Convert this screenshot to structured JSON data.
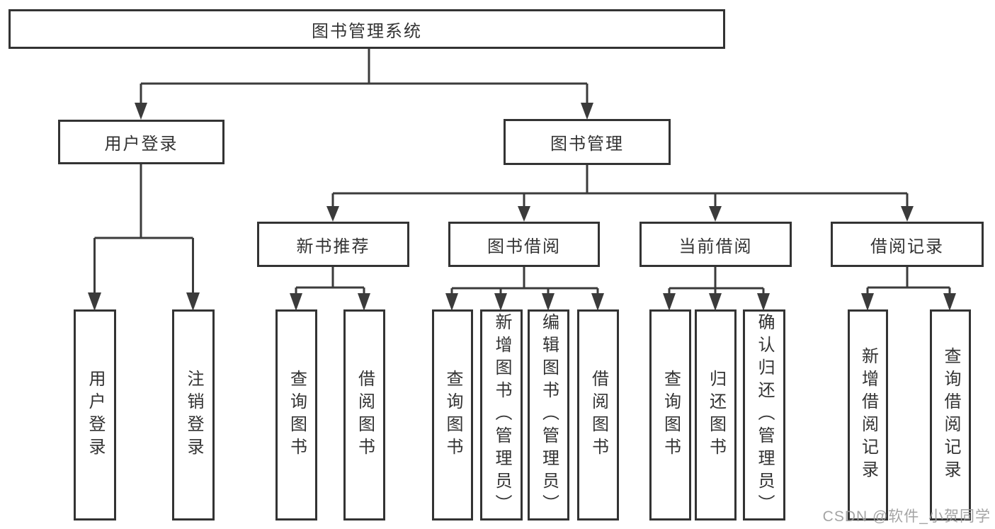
{
  "page": {
    "background": "#ffffff"
  },
  "colors": {
    "line": "#3b3b3b",
    "box_border": "#333333",
    "text": "#333333",
    "watermark": "#9d9d9d"
  },
  "watermark": {
    "text": "CSDN @软件_小贺同学"
  },
  "nodes": {
    "root": {
      "label": "图书管理系统"
    },
    "user_login": {
      "label": "用户登录"
    },
    "book_management": {
      "label": "图书管理"
    },
    "new_book_recommend": {
      "label": "新书推荐"
    },
    "book_borrow": {
      "label": "图书借阅"
    },
    "current_borrow": {
      "label": "当前借阅"
    },
    "borrow_records": {
      "label": "借阅记录"
    },
    "leaves": [
      {
        "label": "用户登录"
      },
      {
        "label": "注销登录"
      },
      {
        "label": "查询图书"
      },
      {
        "label": "借阅图书"
      },
      {
        "label": "查询图书"
      },
      {
        "label": "新增图书（管理员）"
      },
      {
        "label": "编辑图书（管理员）"
      },
      {
        "label": "借阅图书"
      },
      {
        "label": "查询图书"
      },
      {
        "label": "归还图书"
      },
      {
        "label": "确认归还（管理员）"
      },
      {
        "label": "新增借阅记录"
      },
      {
        "label": "查询借阅记录"
      }
    ]
  },
  "hierarchy": {
    "图书管理系统": [
      "用户登录",
      "图书管理"
    ],
    "用户登录": [
      "用户登录",
      "注销登录"
    ],
    "图书管理": [
      "新书推荐",
      "图书借阅",
      "当前借阅",
      "借阅记录"
    ],
    "新书推荐": [
      "查询图书",
      "借阅图书"
    ],
    "图书借阅": [
      "查询图书",
      "新增图书（管理员）",
      "编辑图书（管理员）",
      "借阅图书"
    ],
    "当前借阅": [
      "查询图书",
      "归还图书",
      "确认归还（管理员）"
    ],
    "借阅记录": [
      "新增借阅记录",
      "查询借阅记录"
    ]
  }
}
